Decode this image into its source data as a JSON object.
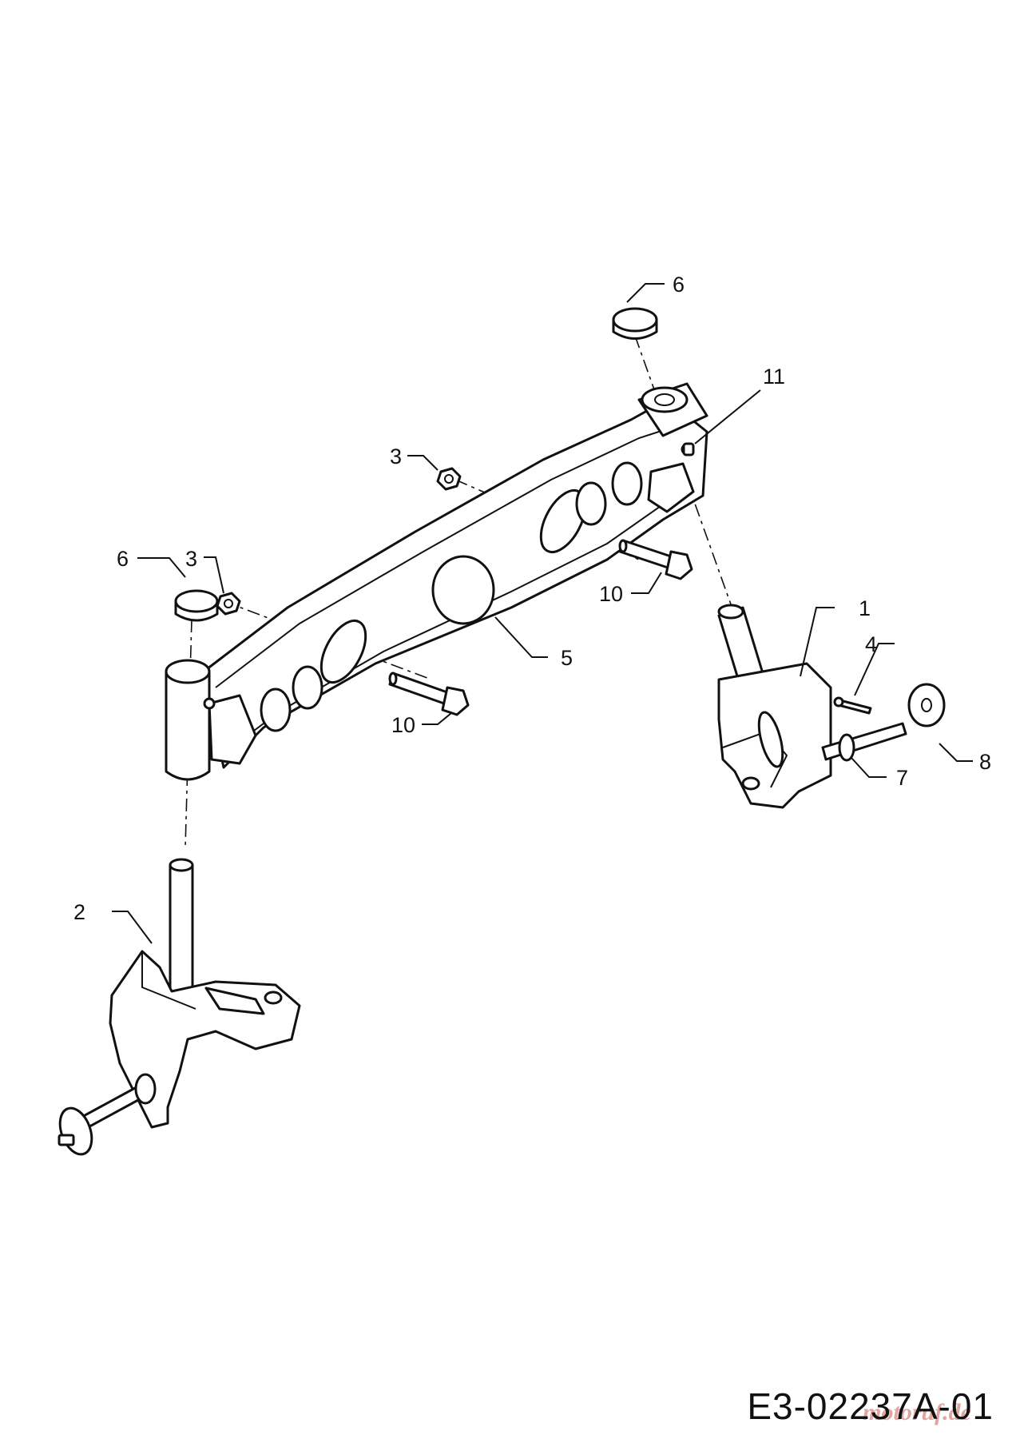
{
  "callouts": {
    "c6_top": "6",
    "c11": "11",
    "c3_mid": "3",
    "c6_left": "6",
    "c3_left": "3",
    "c10_right": "10",
    "c1": "1",
    "c4": "4",
    "c5": "5",
    "c10_left": "10",
    "c8": "8",
    "c7": "7",
    "c2": "2"
  },
  "drawing_code": "E3-02237A-01",
  "watermark": "motoruf.de"
}
